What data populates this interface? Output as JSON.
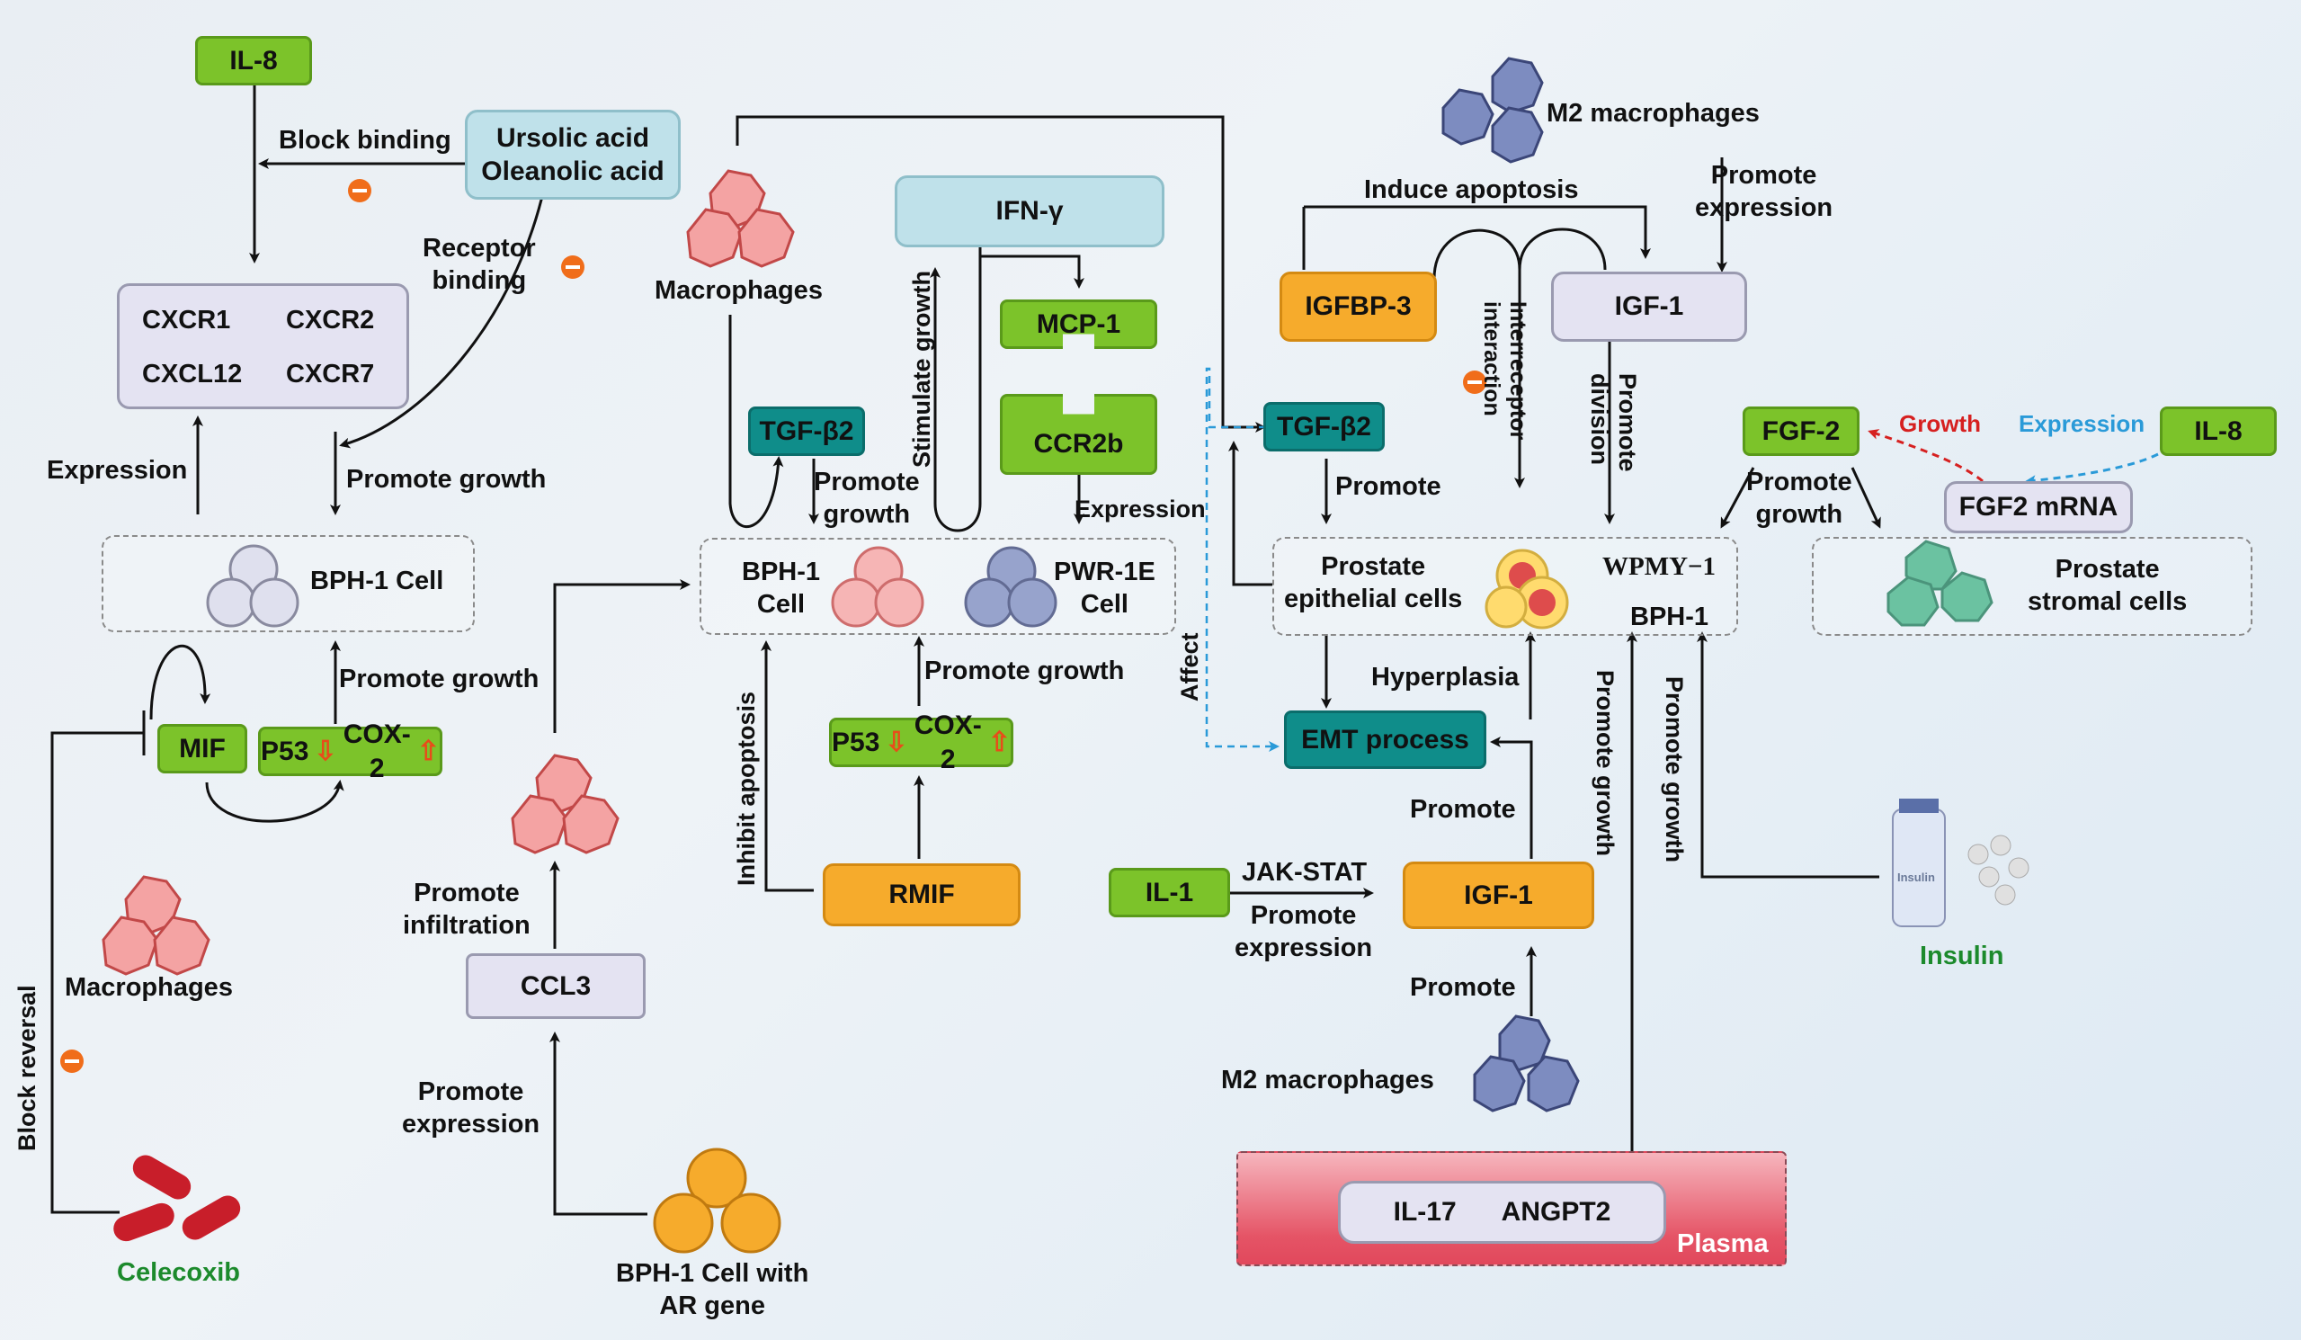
{
  "colors": {
    "green": "#7cc32a",
    "orange": "#f6ab2c",
    "teal": "#0f8d8a",
    "lavender": "#e4e3f2",
    "lightblue": "#bfe1ea",
    "inhibit": "#f06d1a",
    "growth_arrow": "#d62020",
    "expression_arrow": "#2a9ad8",
    "drug_green": "#1c8a2c"
  },
  "icons": {
    "inhibit": "minus-circle-icon",
    "macrophage": "macrophage-icon",
    "m2_macrophage": "m2-macrophage-icon",
    "pill": "capsule-icon",
    "insulin": "insulin-bottle-icon",
    "cell_cluster": "cell-cluster-icon",
    "stromal": "stromal-cell-icon"
  },
  "nodes": {
    "il8_top": "IL-8",
    "ursolic_line1": "Ursolic acid",
    "ursolic_line2": "Oleanolic acid",
    "receptors": {
      "cxcr1": "CXCR1",
      "cxcr2": "CXCR2",
      "cxcl12": "CXCL12",
      "cxcr7": "CXCR7"
    },
    "bph1_cell_left": "BPH-1 Cell",
    "mif": "MIF",
    "p53_left": "P53",
    "cox2_left": "COX-2",
    "macrophages_left": "Macrophages",
    "celecoxib": "Celecoxib",
    "macrophages_center": "Macrophages",
    "tgfb2_center": "TGF-β2",
    "ifng": "IFN-γ",
    "mcp1": "MCP-1",
    "ccr2b": "CCR2b",
    "bph1_center_line1": "BPH-1",
    "bph1_center_line2": "Cell",
    "pwr1e_line1": "PWR-1E",
    "pwr1e_line2": "Cell",
    "p53_center": "P53",
    "cox2_center": "COX-2",
    "rmif": "RMIF",
    "ccl3": "CCL3",
    "bph1_ar_line1": "BPH-1 Cell with",
    "bph1_ar_line2": "AR gene",
    "m2_top": "M2 macrophages",
    "igfbp3": "IGFBP-3",
    "igf1_top": "IGF-1",
    "tgfb2_right": "TGF-β2",
    "prostate_epi_line1": "Prostate",
    "prostate_epi_line2": "epithelial cells",
    "wpmy1": "WPMY−1",
    "bph1_right": "BPH-1",
    "emt": "EMT process",
    "il1": "IL-1",
    "igf1_bottom": "IGF-1",
    "m2_bottom": "M2 macrophages",
    "il17": "IL-17",
    "angpt2": "ANGPT2",
    "plasma": "Plasma",
    "fgf2": "FGF-2",
    "il8_right": "IL-8",
    "fgf2_mrna": "FGF2 mRNA",
    "stromal_line1": "Prostate",
    "stromal_line2": "stromal cells",
    "insulin": "Insulin",
    "insulin_bottle": "Insulin"
  },
  "edge_labels": {
    "block_binding": "Block binding",
    "receptor_binding_1": "Receptor",
    "receptor_binding_2": "binding",
    "expression_left": "Expression",
    "promote_growth_left": "Promote growth",
    "promote_growth_left2": "Promote growth",
    "block_reversal": "Block reversal",
    "promote_infiltration_1": "Promote",
    "promote_infiltration_2": "infiltration",
    "promote_expression_ccl3_1": "Promote",
    "promote_expression_ccl3_2": "expression",
    "stimulate_growth": "Stimulate growth",
    "promote_growth_tgf_1": "Promote",
    "promote_growth_tgf_2": "growth",
    "expression_ccr2b": "Expression",
    "promote_growth_center": "Promote growth",
    "inhibit_apoptosis": "Inhibit apoptosis",
    "affect": "Affect",
    "induce_apoptosis": "Induce apoptosis",
    "promote_expression_m2_1": "Promote",
    "promote_expression_m2_2": "expression",
    "interreceptor_1": "Interreceptor",
    "interreceptor_2": "interaction",
    "promote_division_1": "Promote",
    "promote_division_2": "division",
    "promote_tgf": "Promote",
    "hyperplasia": "Hyperplasia",
    "promote_emt": "Promote",
    "jak_stat": "JAK-STAT",
    "promote_expression_il1_1": "Promote",
    "promote_expression_il1_2": "expression",
    "promote_m2": "Promote",
    "promote_growth_plasma": "Promote growth",
    "promote_growth_insulin": "Promote growth",
    "growth_red": "Growth",
    "expression_blue": "Expression",
    "promote_growth_fgf_1": "Promote",
    "promote_growth_fgf_2": "growth"
  }
}
